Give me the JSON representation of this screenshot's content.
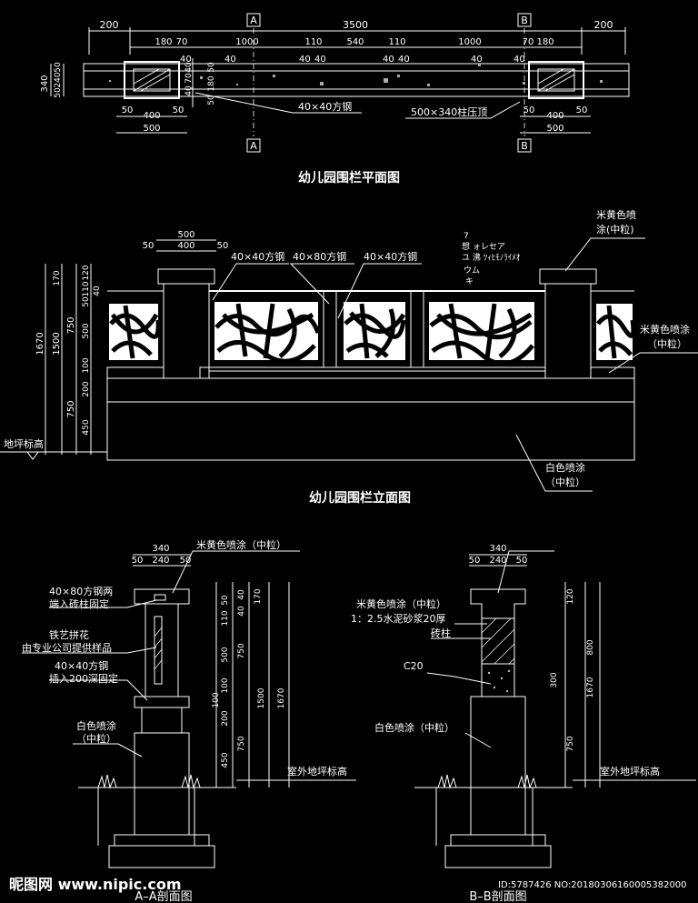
{
  "plan": {
    "title": "幼儿园围栏平面图",
    "top_dims": [
      "200",
      "3500",
      "200"
    ],
    "sub_dims": [
      "180",
      "70",
      "1000",
      "110",
      "540",
      "110",
      "1000",
      "70",
      "180"
    ],
    "post_dims": [
      "40",
      "40",
      "40",
      "40",
      "40",
      "40",
      "40",
      "40"
    ],
    "left_vdims": [
      "340",
      "50",
      "240",
      "50"
    ],
    "inner_vdims": [
      "40",
      "70",
      "40",
      "50",
      "180",
      "50"
    ],
    "bottom_dims": [
      "50",
      "400",
      "50",
      "500"
    ],
    "bottom_dims_right": [
      "50",
      "400",
      "50",
      "500"
    ],
    "section_marks": [
      "A",
      "B",
      "A",
      "B"
    ],
    "label_steel": "40×40方钢",
    "label_cap": "500×340柱压顶"
  },
  "elevation": {
    "title": "幼儿园围栏立面图",
    "top_dims": [
      "500",
      "50",
      "400",
      "50"
    ],
    "label_steel_a": "40×40方钢",
    "label_steel_b": "40×80方钢",
    "label_steel_c": "40×40方钢",
    "label_paint_top": [
      "米黄色喷",
      "涂(中粒)"
    ],
    "label_paint_right": [
      "米黄色喷涂",
      "（中粒）"
    ],
    "label_paint_bottom": [
      "白色喷涂",
      "（中粒）"
    ],
    "label_ground": "地坪标高",
    "vdims_outer": [
      "1670"
    ],
    "vdims_mid": [
      "1500",
      "750",
      "750"
    ],
    "vdims_inner": [
      "170",
      "120",
      "110",
      "50",
      "40",
      "500",
      "100",
      "200",
      "450"
    ],
    "handnote": [
      "7",
      "想 ォレセア",
      "ユ 沸 ﾂｨﾋﾓﾉﾗｲﾒｵ",
      "ウム",
      "キ"
    ]
  },
  "section_a": {
    "title": "A–A剖面图",
    "top_dims": [
      "340",
      "50",
      "240",
      "50"
    ],
    "label_paint_top": "米黄色喷涂（中粒）",
    "label_steel_80": [
      "40×80方钢两",
      "端入砖柱固定"
    ],
    "label_iron": [
      "铁艺拼花",
      "由专业公司提供样品"
    ],
    "label_steel_40": [
      "40×40方钢",
      "插入200深固定"
    ],
    "label_paint_white": [
      "白色喷涂",
      "（中粒）"
    ],
    "label_ground": "室外地坪标高",
    "vdims": [
      "170",
      "50",
      "110",
      "40",
      "750",
      "500",
      "100",
      "200",
      "750",
      "1500",
      "1670",
      "450",
      "100",
      "40"
    ]
  },
  "section_b": {
    "title": "B–B剖面图",
    "top_dims": [
      "340",
      "50",
      "240",
      "50"
    ],
    "label_paint_top": "米黄色喷涂（中粒）",
    "label_mortar": "1：2.5水泥砂浆20厚",
    "label_brick": "砖柱",
    "label_c20": "C20",
    "label_paint_white": "白色喷涂（中粒）",
    "label_ground": "室外地坪标高",
    "vdims": [
      "120",
      "800",
      "300",
      "1670",
      "750"
    ]
  },
  "footer": {
    "watermark": "昵图网 www.nipic.com",
    "id_text": "ID:5787426 NO:20180306160005382000"
  }
}
